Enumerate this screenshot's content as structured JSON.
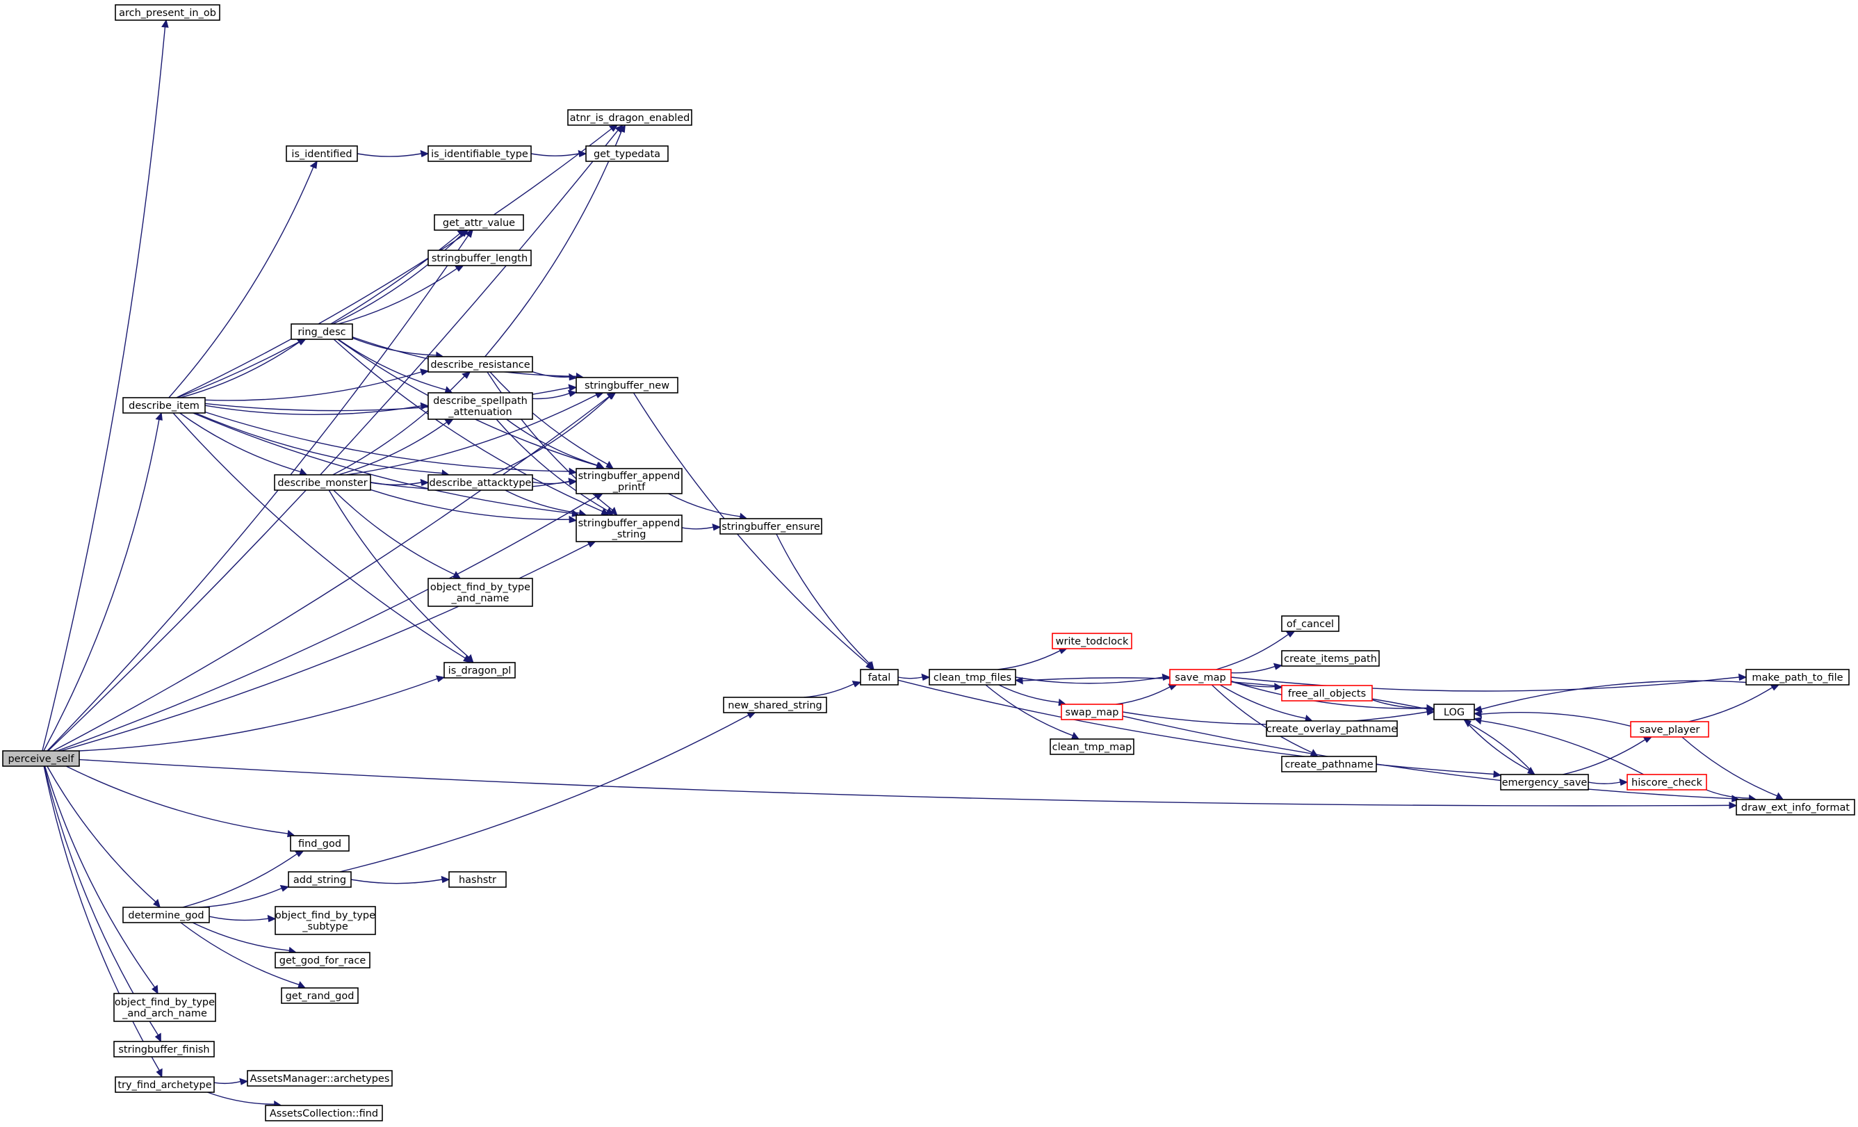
{
  "graph": {
    "root": "perceive_self",
    "nodes": [
      {
        "id": "perceive_self",
        "lines": [
          "perceive_self"
        ],
        "selected": true,
        "truncated": false
      },
      {
        "id": "arch_present_in_ob",
        "lines": [
          "arch_present_in_ob"
        ],
        "selected": false,
        "truncated": false
      },
      {
        "id": "atnr_is_dragon_enabled",
        "lines": [
          "atnr_is_dragon_enabled"
        ],
        "selected": false,
        "truncated": false
      },
      {
        "id": "is_identified",
        "lines": [
          "is_identified"
        ],
        "selected": false,
        "truncated": false
      },
      {
        "id": "is_identifiable_type",
        "lines": [
          "is_identifiable_type"
        ],
        "selected": false,
        "truncated": false
      },
      {
        "id": "get_typedata",
        "lines": [
          "get_typedata"
        ],
        "selected": false,
        "truncated": false
      },
      {
        "id": "get_attr_value",
        "lines": [
          "get_attr_value"
        ],
        "selected": false,
        "truncated": false
      },
      {
        "id": "stringbuffer_length",
        "lines": [
          "stringbuffer_length"
        ],
        "selected": false,
        "truncated": false
      },
      {
        "id": "ring_desc",
        "lines": [
          "ring_desc"
        ],
        "selected": false,
        "truncated": false
      },
      {
        "id": "describe_resistance",
        "lines": [
          "describe_resistance"
        ],
        "selected": false,
        "truncated": false
      },
      {
        "id": "stringbuffer_new",
        "lines": [
          "stringbuffer_new"
        ],
        "selected": false,
        "truncated": false
      },
      {
        "id": "describe_item",
        "lines": [
          "describe_item"
        ],
        "selected": false,
        "truncated": false
      },
      {
        "id": "describe_spellpath_attenuation",
        "lines": [
          "describe_spellpath",
          "_attenuation"
        ],
        "selected": false,
        "truncated": false
      },
      {
        "id": "describe_monster",
        "lines": [
          "describe_monster"
        ],
        "selected": false,
        "truncated": false
      },
      {
        "id": "describe_attacktype",
        "lines": [
          "describe_attacktype"
        ],
        "selected": false,
        "truncated": false
      },
      {
        "id": "stringbuffer_append_printf",
        "lines": [
          "stringbuffer_append",
          "_printf"
        ],
        "selected": false,
        "truncated": false
      },
      {
        "id": "stringbuffer_append_string",
        "lines": [
          "stringbuffer_append",
          "_string"
        ],
        "selected": false,
        "truncated": false
      },
      {
        "id": "stringbuffer_ensure",
        "lines": [
          "stringbuffer_ensure"
        ],
        "selected": false,
        "truncated": false
      },
      {
        "id": "object_find_by_type_and_name",
        "lines": [
          "object_find_by_type",
          "_and_name"
        ],
        "selected": false,
        "truncated": false
      },
      {
        "id": "is_dragon_pl",
        "lines": [
          "is_dragon_pl"
        ],
        "selected": false,
        "truncated": false
      },
      {
        "id": "fatal",
        "lines": [
          "fatal"
        ],
        "selected": false,
        "truncated": false
      },
      {
        "id": "new_shared_string",
        "lines": [
          "new_shared_string"
        ],
        "selected": false,
        "truncated": false
      },
      {
        "id": "clean_tmp_files",
        "lines": [
          "clean_tmp_files"
        ],
        "selected": false,
        "truncated": false
      },
      {
        "id": "write_todclock",
        "lines": [
          "write_todclock"
        ],
        "selected": false,
        "truncated": true
      },
      {
        "id": "save_map",
        "lines": [
          "save_map"
        ],
        "selected": false,
        "truncated": true
      },
      {
        "id": "swap_map",
        "lines": [
          "swap_map"
        ],
        "selected": false,
        "truncated": true
      },
      {
        "id": "clean_tmp_map",
        "lines": [
          "clean_tmp_map"
        ],
        "selected": false,
        "truncated": false
      },
      {
        "id": "of_cancel",
        "lines": [
          "of_cancel"
        ],
        "selected": false,
        "truncated": false
      },
      {
        "id": "create_items_path",
        "lines": [
          "create_items_path"
        ],
        "selected": false,
        "truncated": false
      },
      {
        "id": "free_all_objects",
        "lines": [
          "free_all_objects"
        ],
        "selected": false,
        "truncated": true
      },
      {
        "id": "create_overlay_pathname",
        "lines": [
          "create_overlay_pathname"
        ],
        "selected": false,
        "truncated": false
      },
      {
        "id": "create_pathname",
        "lines": [
          "create_pathname"
        ],
        "selected": false,
        "truncated": false
      },
      {
        "id": "LOG",
        "lines": [
          "LOG"
        ],
        "selected": false,
        "truncated": false
      },
      {
        "id": "emergency_save",
        "lines": [
          "emergency_save"
        ],
        "selected": false,
        "truncated": false
      },
      {
        "id": "save_player",
        "lines": [
          "save_player"
        ],
        "selected": false,
        "truncated": true
      },
      {
        "id": "hiscore_check",
        "lines": [
          "hiscore_check"
        ],
        "selected": false,
        "truncated": true
      },
      {
        "id": "make_path_to_file",
        "lines": [
          "make_path_to_file"
        ],
        "selected": false,
        "truncated": false
      },
      {
        "id": "draw_ext_info_format",
        "lines": [
          "draw_ext_info_format"
        ],
        "selected": false,
        "truncated": false
      },
      {
        "id": "find_god",
        "lines": [
          "find_god"
        ],
        "selected": false,
        "truncated": false
      },
      {
        "id": "add_string",
        "lines": [
          "add_string"
        ],
        "selected": false,
        "truncated": false
      },
      {
        "id": "hashstr",
        "lines": [
          "hashstr"
        ],
        "selected": false,
        "truncated": false
      },
      {
        "id": "determine_god",
        "lines": [
          "determine_god"
        ],
        "selected": false,
        "truncated": false
      },
      {
        "id": "object_find_by_type_subtype",
        "lines": [
          "object_find_by_type",
          "_subtype"
        ],
        "selected": false,
        "truncated": false
      },
      {
        "id": "get_god_for_race",
        "lines": [
          "get_god_for_race"
        ],
        "selected": false,
        "truncated": false
      },
      {
        "id": "get_rand_god",
        "lines": [
          "get_rand_god"
        ],
        "selected": false,
        "truncated": false
      },
      {
        "id": "object_find_by_type_and_arch_name",
        "lines": [
          "object_find_by_type",
          "_and_arch_name"
        ],
        "selected": false,
        "truncated": false
      },
      {
        "id": "stringbuffer_finish",
        "lines": [
          "stringbuffer_finish"
        ],
        "selected": false,
        "truncated": false
      },
      {
        "id": "try_find_archetype",
        "lines": [
          "try_find_archetype"
        ],
        "selected": false,
        "truncated": false
      },
      {
        "id": "AssetsManager_archetypes",
        "lines": [
          "AssetsManager::archetypes"
        ],
        "selected": false,
        "truncated": false
      },
      {
        "id": "AssetsCollection_find",
        "lines": [
          "AssetsCollection::find"
        ],
        "selected": false,
        "truncated": false
      }
    ],
    "edges": [
      [
        "perceive_self",
        "arch_present_in_ob"
      ],
      [
        "perceive_self",
        "atnr_is_dragon_enabled"
      ],
      [
        "perceive_self",
        "stringbuffer_new"
      ],
      [
        "perceive_self",
        "get_attr_value"
      ],
      [
        "perceive_self",
        "describe_item"
      ],
      [
        "perceive_self",
        "is_dragon_pl"
      ],
      [
        "perceive_self",
        "stringbuffer_append_printf"
      ],
      [
        "perceive_self",
        "stringbuffer_append_string"
      ],
      [
        "perceive_self",
        "find_god"
      ],
      [
        "perceive_self",
        "determine_god"
      ],
      [
        "perceive_self",
        "draw_ext_info_format"
      ],
      [
        "perceive_self",
        "object_find_by_type_and_arch_name"
      ],
      [
        "perceive_self",
        "stringbuffer_finish"
      ],
      [
        "perceive_self",
        "try_find_archetype"
      ],
      [
        "describe_item",
        "atnr_is_dragon_enabled"
      ],
      [
        "describe_item",
        "is_identified"
      ],
      [
        "describe_item",
        "get_attr_value"
      ],
      [
        "describe_item",
        "ring_desc"
      ],
      [
        "describe_item",
        "describe_resistance"
      ],
      [
        "describe_item",
        "describe_spellpath_attenuation"
      ],
      [
        "describe_item",
        "describe_monster"
      ],
      [
        "describe_item",
        "describe_attacktype"
      ],
      [
        "describe_item",
        "stringbuffer_new"
      ],
      [
        "describe_item",
        "stringbuffer_append_printf"
      ],
      [
        "describe_item",
        "stringbuffer_append_string"
      ],
      [
        "describe_item",
        "is_dragon_pl"
      ],
      [
        "is_identified",
        "is_identifiable_type"
      ],
      [
        "is_identifiable_type",
        "get_typedata"
      ],
      [
        "ring_desc",
        "get_attr_value"
      ],
      [
        "ring_desc",
        "stringbuffer_length"
      ],
      [
        "ring_desc",
        "describe_resistance"
      ],
      [
        "ring_desc",
        "describe_spellpath_attenuation"
      ],
      [
        "ring_desc",
        "stringbuffer_new"
      ],
      [
        "ring_desc",
        "stringbuffer_append_printf"
      ],
      [
        "ring_desc",
        "stringbuffer_append_string"
      ],
      [
        "describe_resistance",
        "atnr_is_dragon_enabled"
      ],
      [
        "describe_resistance",
        "stringbuffer_new"
      ],
      [
        "describe_resistance",
        "stringbuffer_append_printf"
      ],
      [
        "describe_resistance",
        "stringbuffer_append_string"
      ],
      [
        "describe_spellpath_attenuation",
        "stringbuffer_new"
      ],
      [
        "describe_spellpath_attenuation",
        "stringbuffer_append_printf"
      ],
      [
        "describe_spellpath_attenuation",
        "stringbuffer_append_string"
      ],
      [
        "describe_monster",
        "describe_resistance"
      ],
      [
        "describe_monster",
        "describe_spellpath_attenuation"
      ],
      [
        "describe_monster",
        "describe_attacktype"
      ],
      [
        "describe_monster",
        "stringbuffer_new"
      ],
      [
        "describe_monster",
        "stringbuffer_append_printf"
      ],
      [
        "describe_monster",
        "stringbuffer_append_string"
      ],
      [
        "describe_monster",
        "object_find_by_type_and_name"
      ],
      [
        "describe_monster",
        "is_dragon_pl"
      ],
      [
        "describe_attacktype",
        "stringbuffer_new"
      ],
      [
        "describe_attacktype",
        "stringbuffer_append_printf"
      ],
      [
        "describe_attacktype",
        "stringbuffer_append_string"
      ],
      [
        "stringbuffer_new",
        "fatal"
      ],
      [
        "stringbuffer_append_printf",
        "stringbuffer_ensure"
      ],
      [
        "stringbuffer_append_string",
        "stringbuffer_ensure"
      ],
      [
        "stringbuffer_ensure",
        "fatal"
      ],
      [
        "fatal",
        "clean_tmp_files"
      ],
      [
        "fatal",
        "emergency_save"
      ],
      [
        "new_shared_string",
        "fatal"
      ],
      [
        "clean_tmp_files",
        "write_todclock"
      ],
      [
        "clean_tmp_files",
        "save_map"
      ],
      [
        "clean_tmp_files",
        "swap_map"
      ],
      [
        "clean_tmp_files",
        "clean_tmp_map"
      ],
      [
        "swap_map",
        "save_map"
      ],
      [
        "swap_map",
        "LOG"
      ],
      [
        "swap_map",
        "draw_ext_info_format"
      ],
      [
        "save_map",
        "of_cancel"
      ],
      [
        "save_map",
        "create_items_path"
      ],
      [
        "save_map",
        "free_all_objects"
      ],
      [
        "save_map",
        "create_overlay_pathname"
      ],
      [
        "save_map",
        "create_pathname"
      ],
      [
        "save_map",
        "LOG"
      ],
      [
        "save_map",
        "make_path_to_file"
      ],
      [
        "free_all_objects",
        "LOG"
      ],
      [
        "LOG",
        "clean_tmp_files"
      ],
      [
        "LOG",
        "emergency_save"
      ],
      [
        "emergency_save",
        "LOG"
      ],
      [
        "emergency_save",
        "save_player"
      ],
      [
        "emergency_save",
        "hiscore_check"
      ],
      [
        "save_player",
        "LOG"
      ],
      [
        "save_player",
        "make_path_to_file"
      ],
      [
        "save_player",
        "draw_ext_info_format"
      ],
      [
        "hiscore_check",
        "LOG"
      ],
      [
        "hiscore_check",
        "draw_ext_info_format"
      ],
      [
        "make_path_to_file",
        "LOG"
      ],
      [
        "determine_god",
        "find_god"
      ],
      [
        "determine_god",
        "add_string"
      ],
      [
        "determine_god",
        "object_find_by_type_subtype"
      ],
      [
        "determine_god",
        "get_god_for_race"
      ],
      [
        "determine_god",
        "get_rand_god"
      ],
      [
        "add_string",
        "hashstr"
      ],
      [
        "add_string",
        "new_shared_string"
      ],
      [
        "try_find_archetype",
        "AssetsManager_archetypes"
      ],
      [
        "try_find_archetype",
        "AssetsCollection_find"
      ]
    ]
  }
}
